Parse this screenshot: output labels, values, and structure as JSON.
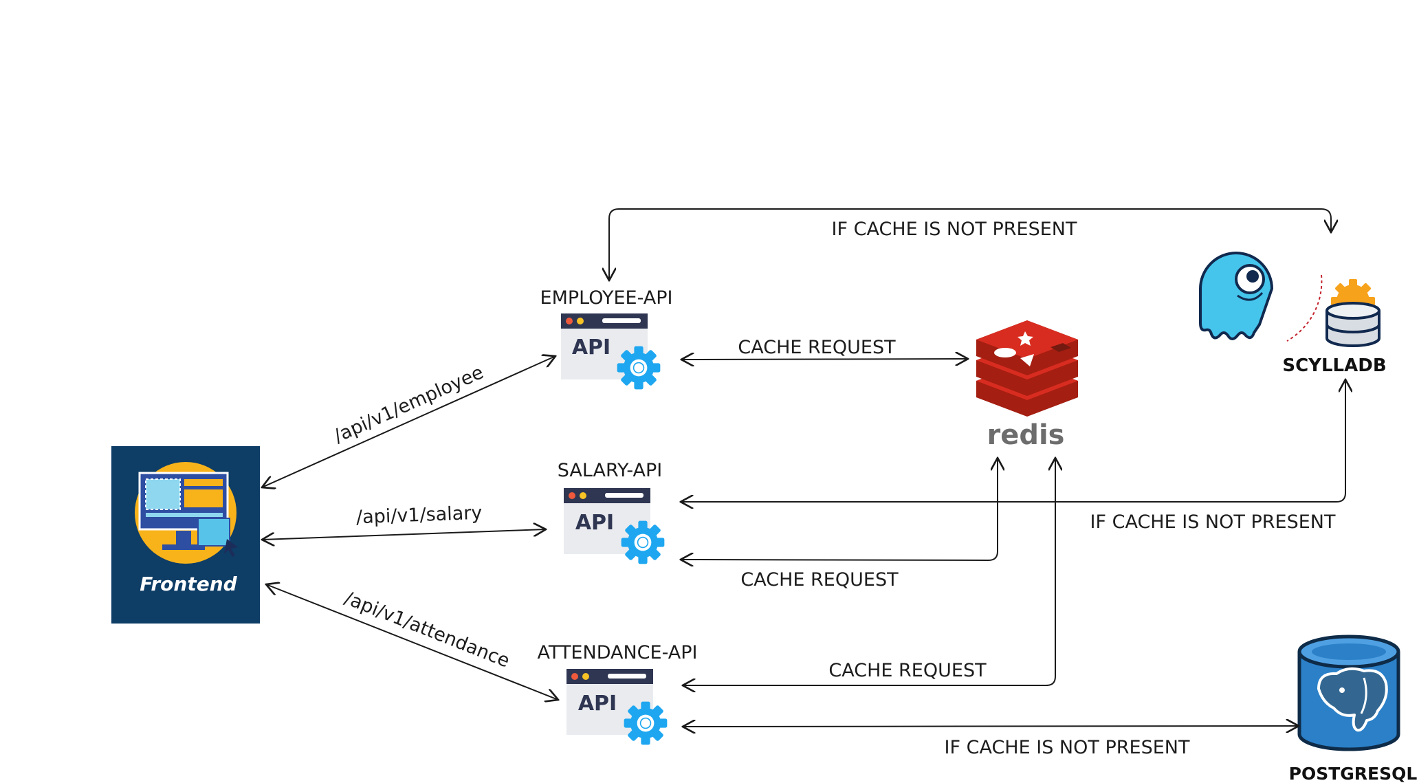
{
  "frontend": {
    "label": "Frontend",
    "bg_color": "#0e3d66",
    "accent_color": "#f9b31a"
  },
  "routes": {
    "employee": "/api/v1/employee",
    "salary": "/api/v1/salary",
    "attendance": "/api/v1/attendance"
  },
  "services": {
    "employee": {
      "title": "EMPLOYEE-API",
      "badge": "API"
    },
    "salary": {
      "title": "SALARY-API",
      "badge": "API"
    },
    "attendance": {
      "title": "ATTENDANCE-API",
      "badge": "API"
    }
  },
  "edges": {
    "employee_cache": "CACHE REQUEST",
    "salary_cache": "CACHE REQUEST",
    "attendance_cache": "CACHE REQUEST",
    "employee_fallback": "IF CACHE IS NOT PRESENT",
    "salary_fallback": "IF CACHE IS NOT PRESENT",
    "attendance_fallback": "IF CACHE IS NOT PRESENT"
  },
  "datastores": {
    "redis": {
      "label": "redis",
      "color": "#d82c20"
    },
    "scylladb": {
      "label": "SCYLLADB",
      "color": "#45c4ec"
    },
    "postgresql": {
      "label": "POSTGRESQL",
      "color": "#336791"
    }
  },
  "icons": {
    "api_window": "api-window-icon",
    "gear": "gear-icon",
    "monitor": "monitor-icon",
    "redis_logo": "redis-logo-icon",
    "scylla_logo": "scylladb-logo-icon",
    "postgres_logo": "postgresql-logo-icon"
  },
  "colors": {
    "gear": "#1ea7f0",
    "window_bar": "#2f3652",
    "window_body": "#e9ebef",
    "edge": "#1a1a1a"
  }
}
